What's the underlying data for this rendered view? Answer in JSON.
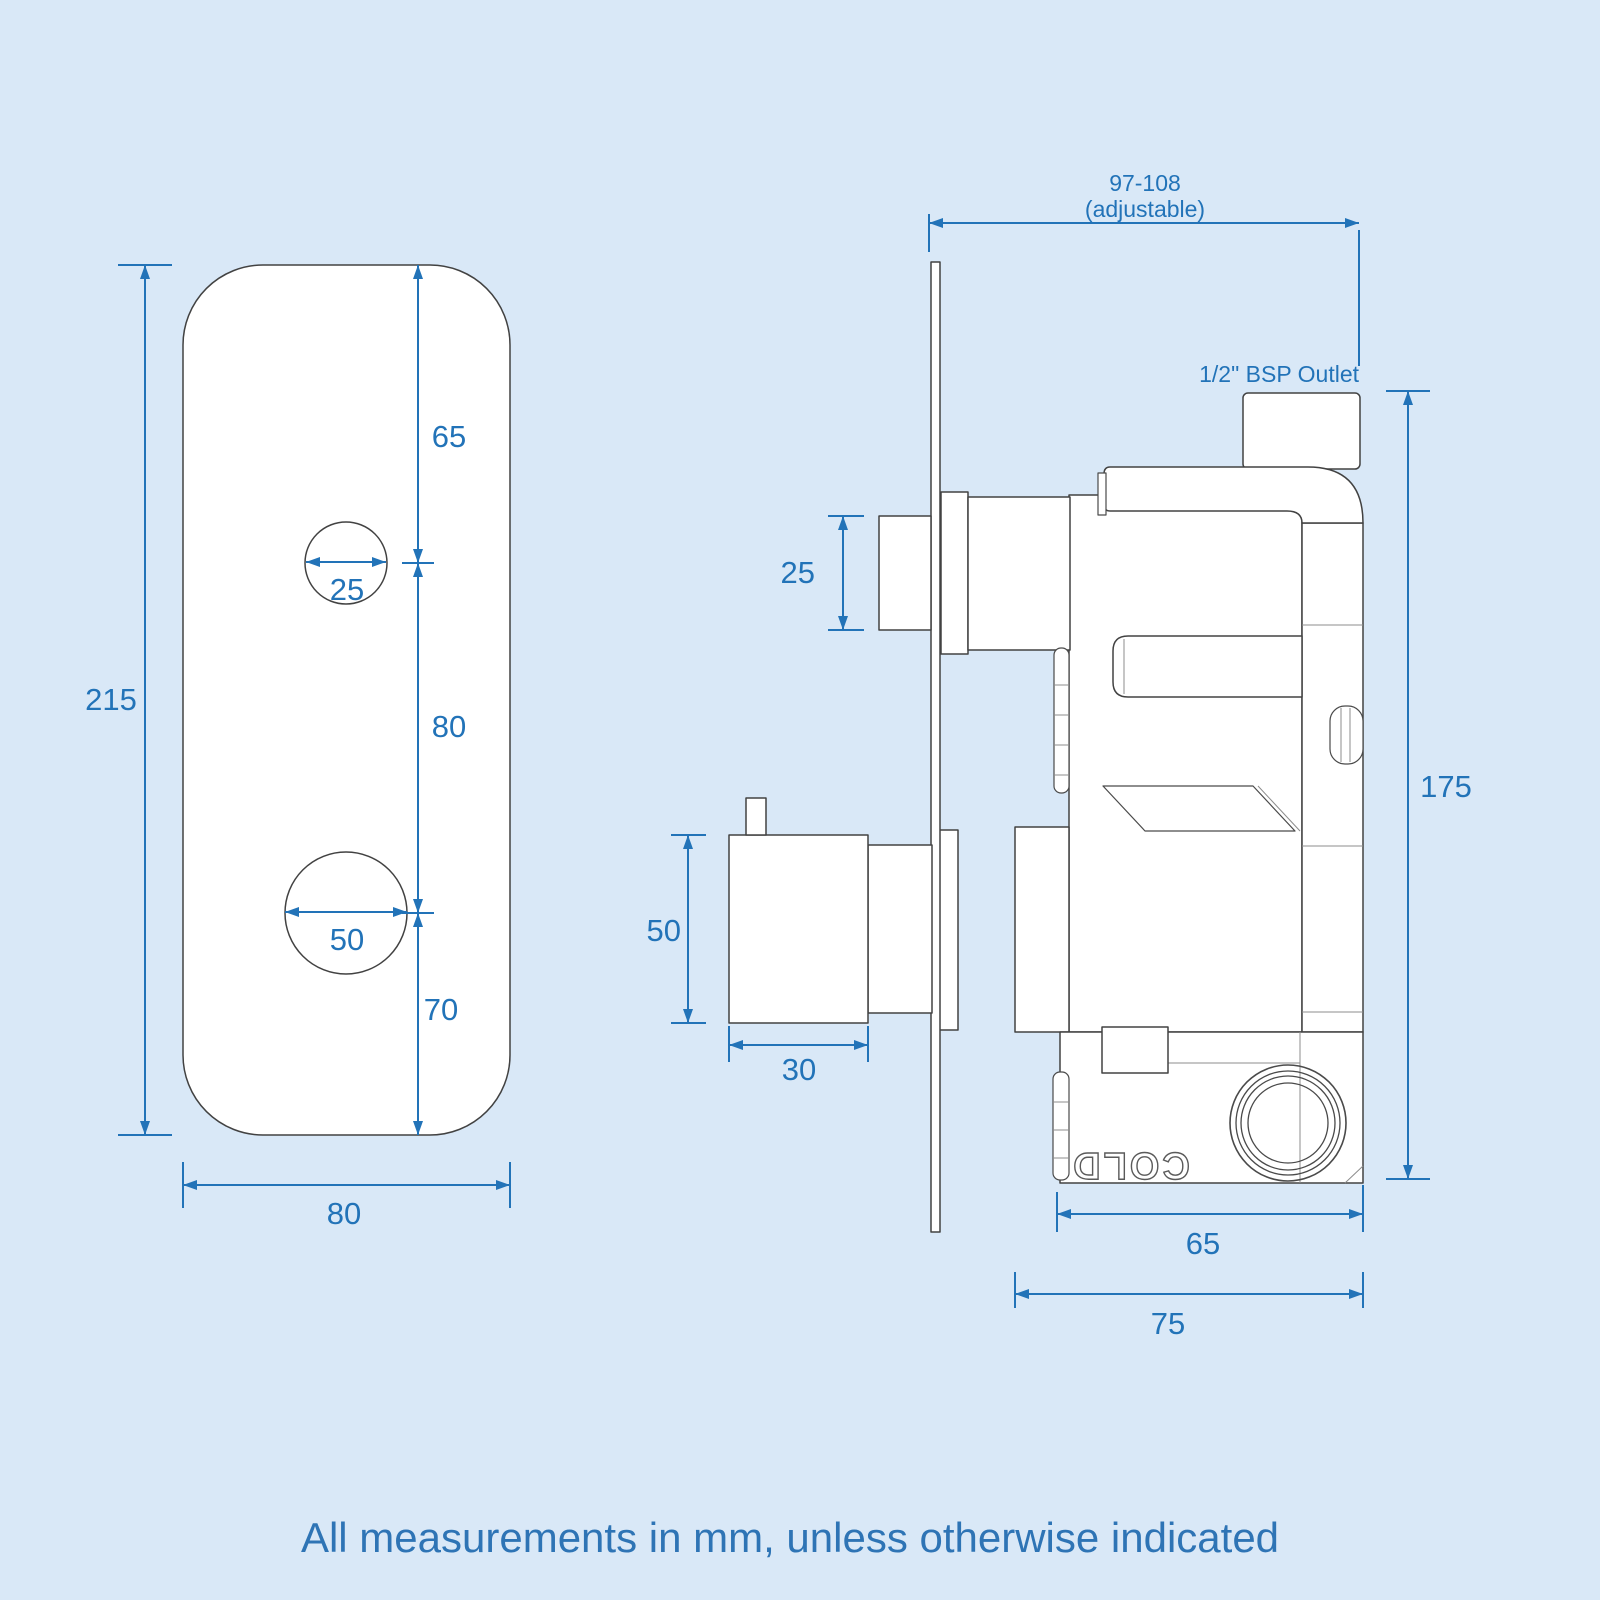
{
  "note": "All measurements in mm, unless otherwise indicated",
  "colors": {
    "background": "#d9e8f7",
    "dimension_blue": "#2273b8",
    "outline_gray": "#424242",
    "note_blue": "#2e74b5"
  },
  "front_view": {
    "overall_height": "215",
    "plate_width": "80",
    "top_hole_from_top": "65",
    "hole_centres": "80",
    "bottom_hole_from_bottom": "70",
    "top_hole_diameter": "25",
    "bottom_hole_diameter": "50"
  },
  "side_view": {
    "depth_range": "97-108",
    "depth_note": "(adjustable)",
    "outlet_label": "1/2\" BSP Outlet",
    "top_cartridge_diameter": "25",
    "handle_height": "50",
    "handle_depth": "30",
    "body_height": "175",
    "lower_body_depth": "65",
    "overall_depth": "75",
    "port_marking": "COLD"
  }
}
